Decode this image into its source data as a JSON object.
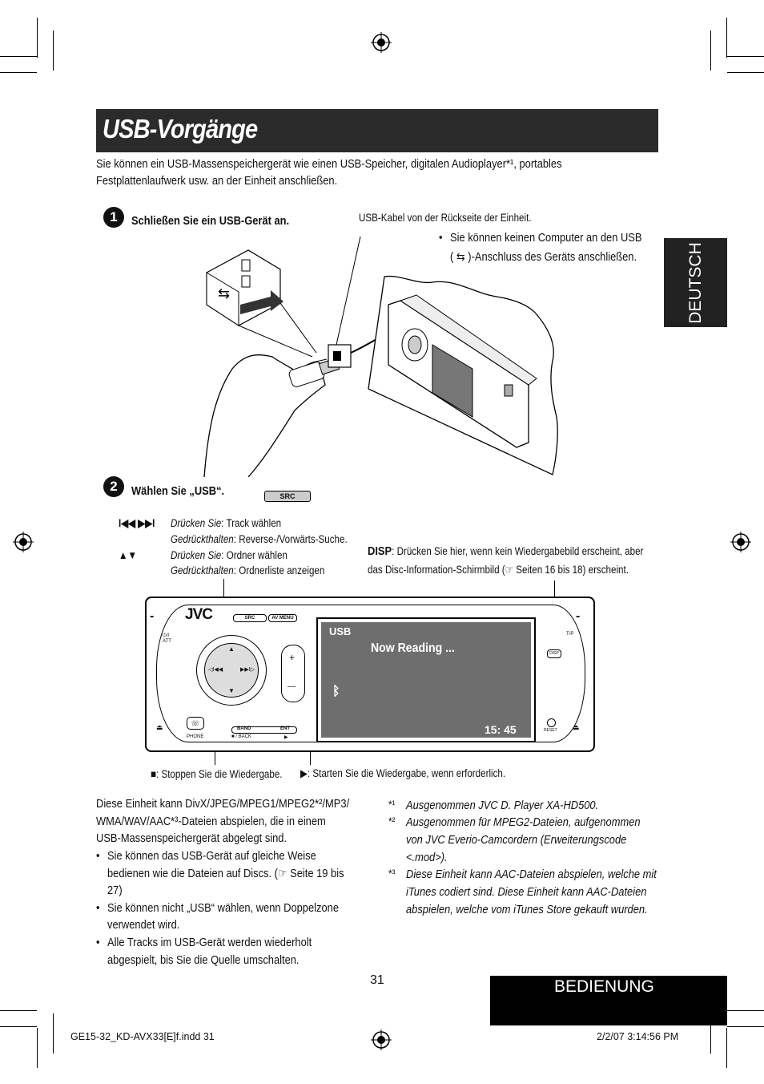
{
  "header": {
    "title": "USB-Vorgänge"
  },
  "intro": {
    "line1": "Sie können ein USB-Massenspeichergerät wie einen USB-Speicher, digitalen Audioplayer*¹, portables",
    "line2": "Festplattenlaufwerk usw. an der Einheit anschließen."
  },
  "side_tab": {
    "label": "DEUTSCH"
  },
  "step1": {
    "number": "1",
    "label": "Schließen Sie ein USB-Gerät an.",
    "cable_note": "USB-Kabel von der Rückseite der Einheit.",
    "bullet_line1": "Sie können keinen Computer an den USB",
    "bullet_line2": "(  ⇆  )-Anschluss des Geräts anschließen."
  },
  "step2": {
    "number": "2",
    "label": "Wählen Sie „USB“.",
    "src_button": "SRC"
  },
  "controls": {
    "track_symbol": "I◀◀ ▶▶I",
    "track_press_label": "Drücken Sie",
    "track_press_text": ": Track wählen",
    "track_hold_label": "Gedrückthalten",
    "track_hold_text": ": Reverse-/Vorwärts-Suche.",
    "folder_symbol": "▲▼",
    "folder_press_label": "Drücken Sie",
    "folder_press_text": ": Ordner wählen",
    "folder_hold_label": "Gedrückthalten",
    "folder_hold_text": ": Ordnerliste anzeigen"
  },
  "disp_note": {
    "key": "DISP",
    "line1": ": Drücken Sie hier, wenn kein Wiedergabebild erscheint, aber",
    "line2": "das Disc-Information-Schirmbild (☞ Seiten 16 bis 18) erscheint."
  },
  "device": {
    "brand": "JVC",
    "src": "SRC",
    "av_menu": "AV MENU",
    "att": "⏻/I ATT",
    "usb": "USB",
    "now_reading": "Now Reading ...",
    "time": "15: 45",
    "tp": "T/P",
    "disp": "DISP",
    "reset": "RESET",
    "phone": "PHONE",
    "band": "BAND",
    "ent": "ENT",
    "stop_back": "■ / BACK",
    "play": "▶",
    "plus": "+",
    "minus": "—",
    "eject": "⏏"
  },
  "captions": {
    "stop": "■: Stoppen Sie die Wiedergabe.",
    "play": "▶: Starten Sie die Wiedergabe, wenn erforderlich."
  },
  "body": {
    "p1": "Diese Einheit kann DivX/JPEG/MPEG1/MPEG2*²/MP3/",
    "p2": "WMA/WAV/AAC*³-Dateien abspielen, die in einem",
    "p3": "USB-Massenspeichergerät abgelegt sind.",
    "b1a": "Sie können das USB-Gerät auf gleiche Weise",
    "b1b": "bedienen wie die Dateien auf Discs. (☞ Seite 19 bis",
    "b1c": "27)",
    "b2a": "Sie können nicht „USB“ wählen, wenn Doppelzone",
    "b2b": "verwendet wird.",
    "b3a": "Alle Tracks im USB-Gerät werden wiederholt",
    "b3b": "abgespielt, bis Sie die Quelle umschalten."
  },
  "footnotes": {
    "n1": "*¹",
    "t1": "Ausgenommen JVC D. Player XA-HD500.",
    "n2": "*²",
    "t2a": "Ausgenommen für MPEG2-Dateien, aufgenommen",
    "t2b": "von JVC Everio-Camcordern (Erweiterungscode",
    "t2c": "<.mod>).",
    "n3": "*³",
    "t3a": "Diese Einheit kann AAC-Dateien abspielen, welche mit",
    "t3b": "iTunes codiert sind. Diese Einheit kann AAC-Dateien",
    "t3c": "abspielen, welche vom iTunes Store gekauft wurden."
  },
  "page": {
    "number": "31",
    "section": "BEDIENUNG",
    "file": "GE15-32_KD-AVX33[E]f.indd   31",
    "date": "2/2/07   3:14:56 PM"
  }
}
